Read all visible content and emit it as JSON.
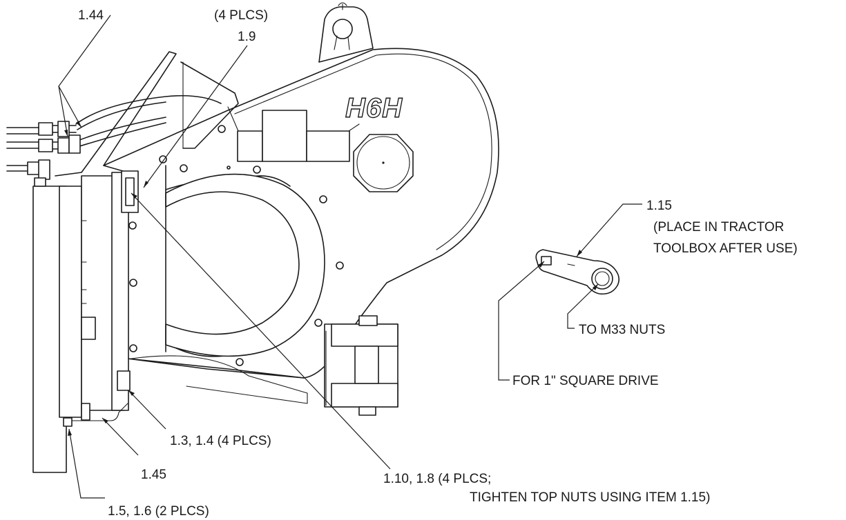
{
  "logo_text": "H6H",
  "callouts": {
    "c144": "1.44",
    "c19_count": "(4 PLCS)",
    "c19": "1.9",
    "c115": "1.15",
    "c115_note1": "(PLACE IN TRACTOR",
    "c115_note2": "TOOLBOX AFTER USE)",
    "m33": "TO M33 NUTS",
    "square_drive": "FOR 1\" SQUARE DRIVE",
    "c13": "1.3, 1.4 (4 PLCS)",
    "c145": "1.45",
    "c110_line1": "1.10, 1.8 (4 PLCS;",
    "c110_line2": "TIGHTEN TOP NUTS USING ITEM 1.15)",
    "c15": "1.5, 1.6 (2 PLCS)"
  }
}
